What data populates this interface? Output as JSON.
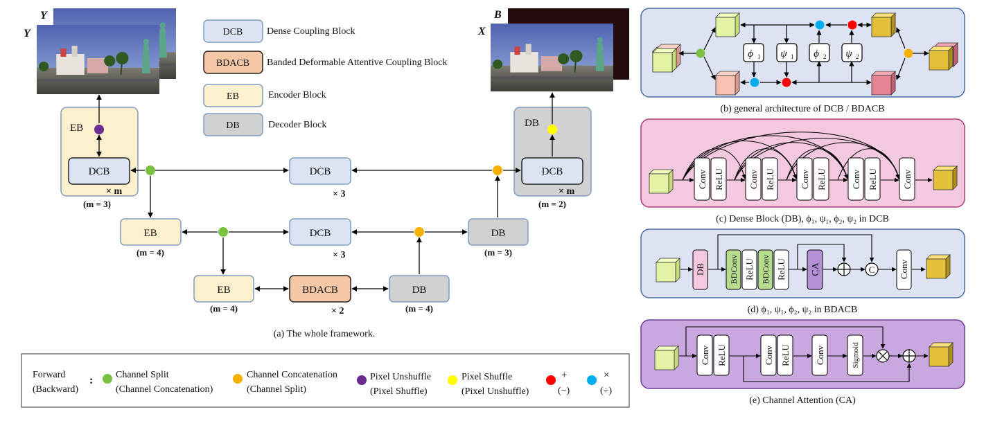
{
  "main": {
    "label_y_front": "Y",
    "label_y_back": "Y",
    "label_b": "B",
    "label_x": "X",
    "caption": "(a) The whole framework.",
    "eb_outer_label": "EB",
    "db_outer_label": "DB",
    "dcb_label": "DCB",
    "bdacb_label": "BDACB",
    "eb_label": "EB",
    "db_label": "DB",
    "times_m": "× m",
    "times_3": "× 3",
    "times_2": "× 2",
    "m3": "(m = 3)",
    "m2": "(m = 2)",
    "m4": "(m = 4)"
  },
  "legend_top": [
    {
      "box": "DCB",
      "text": "Dense Coupling Block",
      "fill": "#dce3f2"
    },
    {
      "box": "BDACB",
      "text": "Banded Deformable Attentive Coupling Block",
      "fill": "#f4c7a6"
    },
    {
      "box": "EB",
      "text": "Encoder Block",
      "fill": "#fdf0cf"
    },
    {
      "box": "DB",
      "text": "Decoder Block",
      "fill": "#d1d1d1"
    }
  ],
  "legend_bottom": {
    "forward": "Forward",
    "backward": "(Backward)",
    "colon": ":",
    "items": [
      {
        "color": "#7ac143",
        "line1": "Channel Split",
        "line2": "(Channel Concatenation)"
      },
      {
        "color": "#f6b000",
        "line1": "Channel Concatenation",
        "line2": "(Channel Split)"
      },
      {
        "color": "#6b2c91",
        "line1": "Pixel Unshuffle",
        "line2": "(Pixel Shuffle)"
      },
      {
        "color": "#ffff00",
        "line1": "Pixel Shuffle",
        "line2": "(Pixel Unshuffle)"
      },
      {
        "color": "#ff0000",
        "line1": "+",
        "line2": "(−)"
      },
      {
        "color": "#00aeef",
        "line1": "×",
        "line2": "(÷)"
      }
    ]
  },
  "panel_b": {
    "caption": "(b) general architecture of DCB / BDACB",
    "phi1": "ϕ",
    "psi1": "ψ",
    "phi2": "ϕ",
    "psi2": "ψ",
    "sub1": "1",
    "sub2": "2"
  },
  "panel_c": {
    "caption": "(c) Dense Block (DB), ϕ₁, ψ₁, ϕ₂, ψ₂ in DCB",
    "conv": "Conv",
    "relu": "ReLU"
  },
  "panel_d": {
    "caption": "(d) ϕ₁, ψ₁, ϕ₂, ψ₂ in BDACB",
    "db": "DB",
    "bdconv": "BDConv",
    "relu": "ReLU",
    "ca": "CA",
    "c": "C",
    "conv": "Conv"
  },
  "panel_e": {
    "caption": "(e) Channel Attention (CA)",
    "conv": "Conv",
    "relu": "ReLU",
    "sigmoid": "Sigmoid"
  },
  "colors": {
    "dcb": "#dce3f2",
    "bdacb": "#f4c7a6",
    "eb": "#fdf0cf",
    "db": "#d1d1d1",
    "panel_blue": "#dde3f3",
    "panel_pink": "#f4c9e0",
    "panel_purple": "#c9a8e0",
    "split": "#7ac143",
    "concat": "#f6b000",
    "unshuffle": "#6b2c91",
    "shuffle": "#ffff00",
    "plus": "#ff0000",
    "times": "#00aeef"
  }
}
